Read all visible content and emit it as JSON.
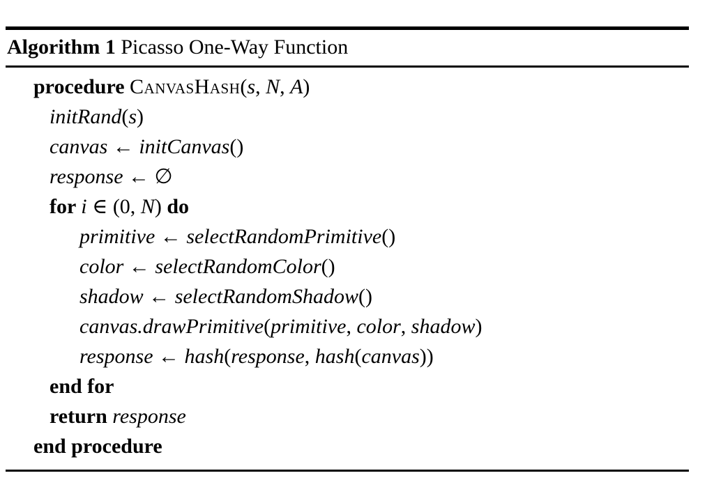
{
  "figure": {
    "caption": {
      "label": "Algorithm 1",
      "title": "Picasso One-Way Function"
    },
    "colors": {
      "text": "#000000",
      "rule": "#000000",
      "background": "#ffffff"
    },
    "lines": [
      {
        "indent": 1,
        "segments": [
          {
            "text": "procedure ",
            "style": "keyword"
          },
          {
            "text": "CanvasHash",
            "style": "smallcaps"
          },
          {
            "text": "(",
            "style": "plain"
          },
          {
            "text": "s",
            "style": "math"
          },
          {
            "text": ", ",
            "style": "plain"
          },
          {
            "text": "N",
            "style": "math"
          },
          {
            "text": ", ",
            "style": "plain"
          },
          {
            "text": "A",
            "style": "math"
          },
          {
            "text": ")",
            "style": "plain"
          }
        ]
      },
      {
        "indent": 2,
        "segments": [
          {
            "text": "initRand",
            "style": "math"
          },
          {
            "text": "(",
            "style": "plain"
          },
          {
            "text": "s",
            "style": "math"
          },
          {
            "text": ")",
            "style": "plain"
          }
        ]
      },
      {
        "indent": 2,
        "segments": [
          {
            "text": "canvas",
            "style": "math"
          },
          {
            "text": " ← ",
            "style": "plain"
          },
          {
            "text": "initCanvas",
            "style": "math"
          },
          {
            "text": "()",
            "style": "plain"
          }
        ]
      },
      {
        "indent": 2,
        "segments": [
          {
            "text": "response",
            "style": "math"
          },
          {
            "text": " ← ∅",
            "style": "plain"
          }
        ]
      },
      {
        "indent": 2,
        "segments": [
          {
            "text": "for ",
            "style": "keyword"
          },
          {
            "text": "i",
            "style": "math"
          },
          {
            "text": " ∈ (0, ",
            "style": "plain"
          },
          {
            "text": "N",
            "style": "math"
          },
          {
            "text": ") ",
            "style": "plain"
          },
          {
            "text": "do",
            "style": "keyword"
          }
        ]
      },
      {
        "indent": 3,
        "segments": [
          {
            "text": "primitive",
            "style": "math"
          },
          {
            "text": " ← ",
            "style": "plain"
          },
          {
            "text": "selectRandomPrimitive",
            "style": "math"
          },
          {
            "text": "()",
            "style": "plain"
          }
        ]
      },
      {
        "indent": 3,
        "segments": [
          {
            "text": "color",
            "style": "math"
          },
          {
            "text": " ← ",
            "style": "plain"
          },
          {
            "text": "selectRandomColor",
            "style": "math"
          },
          {
            "text": "()",
            "style": "plain"
          }
        ]
      },
      {
        "indent": 3,
        "segments": [
          {
            "text": "shadow",
            "style": "math"
          },
          {
            "text": " ← ",
            "style": "plain"
          },
          {
            "text": "selectRandomShadow",
            "style": "math"
          },
          {
            "text": "()",
            "style": "plain"
          }
        ]
      },
      {
        "indent": 3,
        "segments": [
          {
            "text": "canvas.drawPrimitive",
            "style": "math"
          },
          {
            "text": "(",
            "style": "plain"
          },
          {
            "text": "primitive",
            "style": "math"
          },
          {
            "text": ", ",
            "style": "plain"
          },
          {
            "text": "color",
            "style": "math"
          },
          {
            "text": ", ",
            "style": "plain"
          },
          {
            "text": "shadow",
            "style": "math"
          },
          {
            "text": ")",
            "style": "plain"
          }
        ]
      },
      {
        "indent": 3,
        "segments": [
          {
            "text": "response",
            "style": "math"
          },
          {
            "text": " ← ",
            "style": "plain"
          },
          {
            "text": "hash",
            "style": "math"
          },
          {
            "text": "(",
            "style": "plain"
          },
          {
            "text": "response",
            "style": "math"
          },
          {
            "text": ", ",
            "style": "plain"
          },
          {
            "text": "hash",
            "style": "math"
          },
          {
            "text": "(",
            "style": "plain"
          },
          {
            "text": "canvas",
            "style": "math"
          },
          {
            "text": "))",
            "style": "plain"
          }
        ]
      },
      {
        "indent": 2,
        "segments": [
          {
            "text": "end for",
            "style": "keyword"
          }
        ]
      },
      {
        "indent": 2,
        "segments": [
          {
            "text": "return ",
            "style": "keyword"
          },
          {
            "text": "response",
            "style": "math"
          }
        ]
      },
      {
        "indent": 1,
        "segments": [
          {
            "text": "end procedure",
            "style": "keyword"
          }
        ]
      }
    ]
  }
}
